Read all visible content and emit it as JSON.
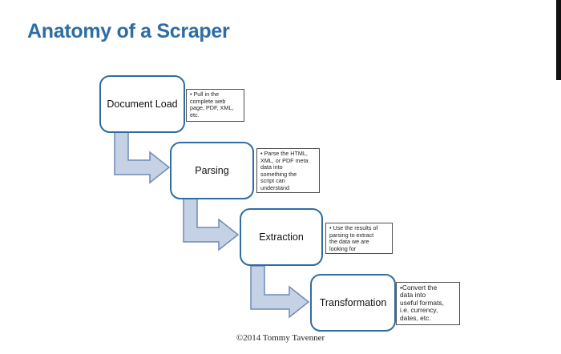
{
  "slide": {
    "title": "Anatomy of a Scraper",
    "footer": "©2014 Tommy Tavenner"
  },
  "diagram": {
    "steps": [
      {
        "label": "Document Load",
        "note": "• Pull in the\ncomplete web\npage, PDF, XML,\netc."
      },
      {
        "label": "Parsing",
        "note": "• Parse the HTML,\nXML, or PDF meta\ndata into\nsomething the\nscript can\nunderstand"
      },
      {
        "label": "Extraction",
        "note": "• Use the results of\nparsing to extract\nthe data we are\nlooking for"
      },
      {
        "label": "Transformation",
        "note": "•Convert the\ndata into\nuseful formats,\ni.e. currency,\ndates, etc."
      }
    ]
  },
  "colors": {
    "title": "#2e6da4",
    "box_border": "#2e6da4",
    "arrow_fill": "#c5d2e6",
    "arrow_stroke": "#6f89b5"
  }
}
